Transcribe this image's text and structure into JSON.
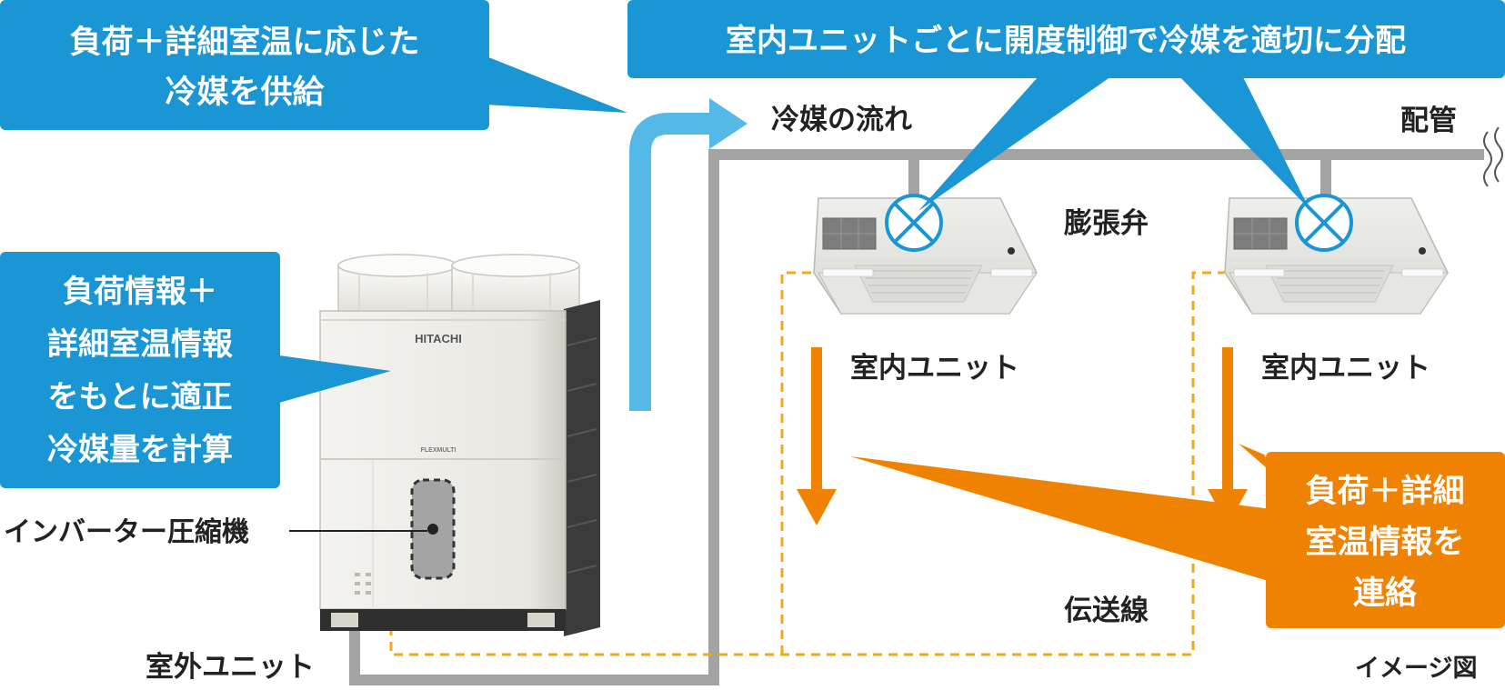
{
  "callouts": {
    "supply": {
      "lines": [
        "負荷＋詳細室温に応じた",
        "冷媒を供給"
      ]
    },
    "distribute": {
      "lines": [
        "室内ユニットごとに開度制御で冷媒を適切に分配"
      ]
    },
    "calculate": {
      "lines": [
        "負荷情報＋",
        "詳細室温情報",
        "をもとに適正",
        "冷媒量を計算"
      ]
    },
    "relay": {
      "lines": [
        "負荷＋詳細",
        "室温情報を",
        "連絡"
      ]
    }
  },
  "labels": {
    "refrigerant_flow": "冷媒の流れ",
    "piping": "配管",
    "expansion_valve": "膨張弁",
    "indoor_unit_left": "室内ユニット",
    "indoor_unit_right": "室内ユニット",
    "inverter_compressor": "インバーター圧縮機",
    "outdoor_unit": "室外ユニット",
    "transmission_line": "伝送線",
    "image_note": "イメージ図"
  },
  "outdoor_unit": {
    "brand": "HITACHI",
    "model_badge": "FLEXMULTI"
  },
  "colors": {
    "callout_blue": "#1a96d4",
    "callout_orange": "#ef8200",
    "flow_arrow": "#55b9e8",
    "pipe_gray": "#a3a3a3",
    "transmission_dashed": "#f2a81d"
  }
}
